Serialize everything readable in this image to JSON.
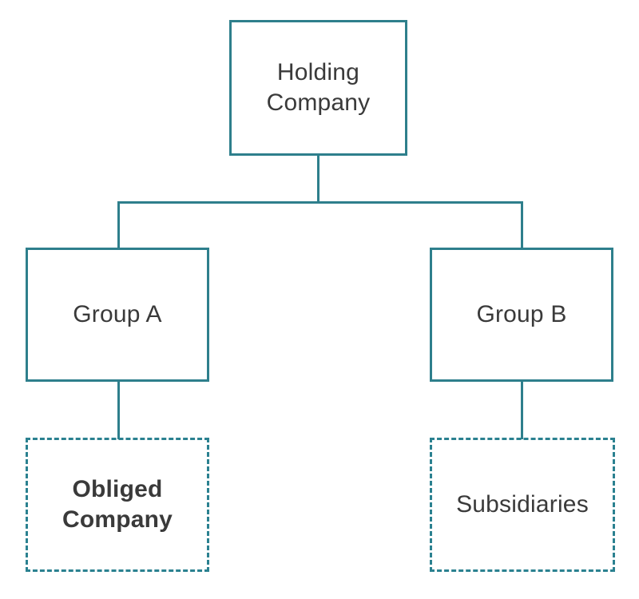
{
  "diagram": {
    "type": "organizational-hierarchy-chart",
    "colors": {
      "box_border": "#2e7f8c",
      "dashed_border": "#2b8190",
      "connector": "#2e7f8c",
      "text": "#3a3a3a",
      "background": "#ffffff"
    },
    "nodes": {
      "holding": {
        "label": "Holding\nCompany",
        "style": "solid",
        "bold": false,
        "level": 1
      },
      "group_a": {
        "label": "Group A",
        "style": "solid",
        "bold": false,
        "level": 2
      },
      "group_b": {
        "label": "Group B",
        "style": "solid",
        "bold": false,
        "level": 2
      },
      "obliged": {
        "label": "Obliged\nCompany",
        "style": "dashed",
        "bold": true,
        "level": 3
      },
      "subsidiaries": {
        "label": "Subsidiaries",
        "style": "dashed",
        "bold": false,
        "level": 3
      }
    },
    "edges": [
      {
        "from": "holding",
        "to": "group_a",
        "style": "orthogonal"
      },
      {
        "from": "holding",
        "to": "group_b",
        "style": "orthogonal"
      },
      {
        "from": "group_a",
        "to": "obliged",
        "style": "vertical"
      },
      {
        "from": "group_b",
        "to": "subsidiaries",
        "style": "vertical"
      }
    ]
  }
}
